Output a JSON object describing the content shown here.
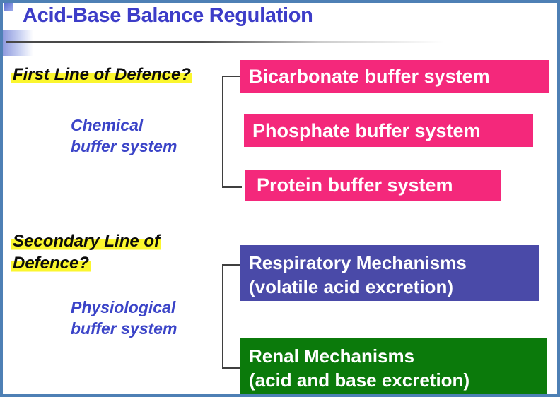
{
  "title": "Acid-Base Balance Regulation",
  "first_line": {
    "label": "First Line of Defence?",
    "sublabel_line1": "Chemical",
    "sublabel_line2": "buffer system",
    "boxes": [
      "Bicarbonate buffer system",
      "Phosphate buffer system",
      "Protein buffer system"
    ]
  },
  "secondary_line": {
    "label_line1": "Secondary Line of",
    "label_line2": "Defence?",
    "sublabel_line1": "Physiological",
    "sublabel_line2": "buffer system",
    "boxes": [
      {
        "line1": "Respiratory Mechanisms",
        "line2": "(volatile acid excretion)"
      },
      {
        "line1": "Renal Mechanisms",
        "line2": "(acid and base excretion)"
      }
    ]
  },
  "colors": {
    "slide_border": "#4E80B5",
    "title_text": "#3D3DC8",
    "accent_text": "#3B44C8",
    "highlight": "#FBF62E",
    "pink_box": "#F4287B",
    "blue_box": "#4A4AA8",
    "green_box": "#0B7A0B",
    "box_text": "#FFFFFF",
    "connector": "#3F3F3F"
  }
}
